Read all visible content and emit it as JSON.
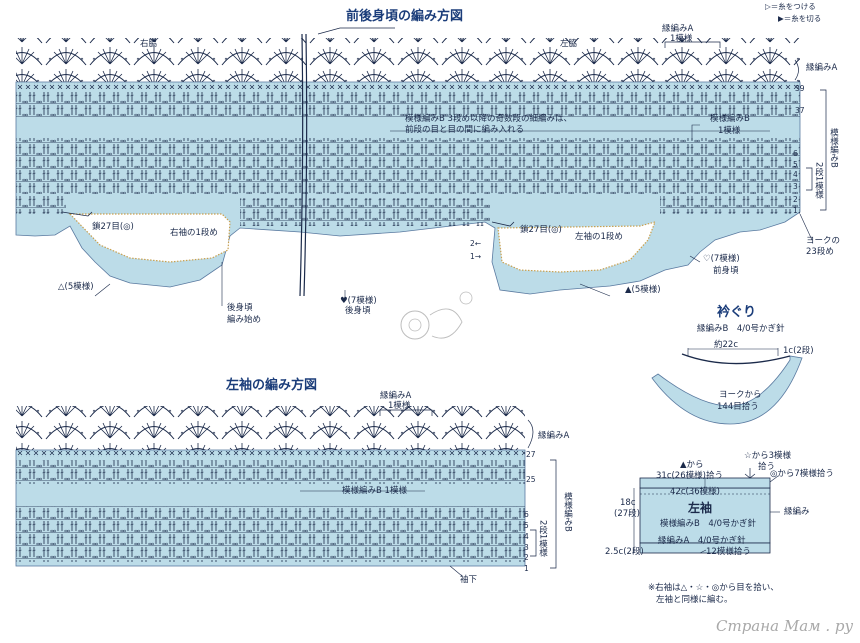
{
  "legend": {
    "attach": "＝糸をつける",
    "cut": "＝糸を切る"
  },
  "body_chart": {
    "title": "前後身頃の編み方図",
    "right_side": "右脇",
    "left_side": "左脇",
    "edging_a": "縁編みA",
    "one_repeat": "1模様",
    "edging_a_side": "縁編みA",
    "row_numbers": [
      "39",
      "37",
      "6",
      "5",
      "4",
      "3",
      "2",
      "1"
    ],
    "pattern_b_side": "模様編みB",
    "two_rows_one_repeat": "2段1模様",
    "note_pattern_b": "模様編みB 3段め以降の奇数段の細編みは、",
    "note_pattern_b_2": "前段の目と目の間に編み入れる",
    "pattern_b_label": "模様編みB",
    "pattern_b_repeat": "1模様",
    "chain_27_right": "鎖27目(◎)",
    "right_sleeve_row1": "右袖の1段め",
    "chain_27_left": "鎖27目(◎)",
    "left_sleeve_row1": "左袖の1段め",
    "two_arrow": "2←",
    "one_arrow": "1→",
    "yoke_from": "ヨークの",
    "yoke_row": "23段め",
    "heart_front_count": "♡(7模様)",
    "front_body": "前身頃",
    "triangle_left": "△(5模様)",
    "triangle_right": "▲(5模様)",
    "heart_back_count": "♥(7模様)",
    "back_body": "後身頃",
    "back_start_1": "後身頃",
    "back_start_2": "編み始め"
  },
  "collar": {
    "title": "衿ぐり",
    "spec": "縁編みB　4/0号かぎ針",
    "width": "約22c",
    "rows": "1c(2段)",
    "pickup_1": "ヨークから",
    "pickup_2": "144目拾う"
  },
  "sleeve_chart": {
    "title": "左袖の編み方図",
    "edging_a": "縁編みA",
    "one_repeat": "1模様",
    "edging_a_side": "縁編みA",
    "row_numbers": [
      "27",
      "25",
      "6",
      "5",
      "4",
      "3",
      "2",
      "1"
    ],
    "pattern_b_repeat": "模様編みB 1模様",
    "pattern_b_side": "模様編みB",
    "two_rows_one_repeat": "2段1模様",
    "underarm": "袖下"
  },
  "sleeve_schematic": {
    "from_triangle": "▲から",
    "count_31": "31c(26模様)拾う",
    "from_star": "☆から3模様",
    "pick_up": "拾う",
    "from_double": "◎から7模様拾う",
    "width_42": "42c(36模様)",
    "name": "左袖",
    "spec": "模様編みB　4/0号かぎ針",
    "edging_label": "縁編み",
    "height": "18c",
    "height_rows": "(27段)",
    "edge_height": "2.5c(2段)",
    "edge_spec": "縁編みA　4/0号かぎ針",
    "repeat_pickup": "12模様拾う",
    "note_1": "※右袖は△・☆・◎から目を拾い、",
    "note_2": "左袖と同様に編む。"
  },
  "watermark": "Страна Мам . ру",
  "colors": {
    "fill": "#bcdce8",
    "line": "#1b2a4a",
    "title": "#1b3d7a"
  }
}
